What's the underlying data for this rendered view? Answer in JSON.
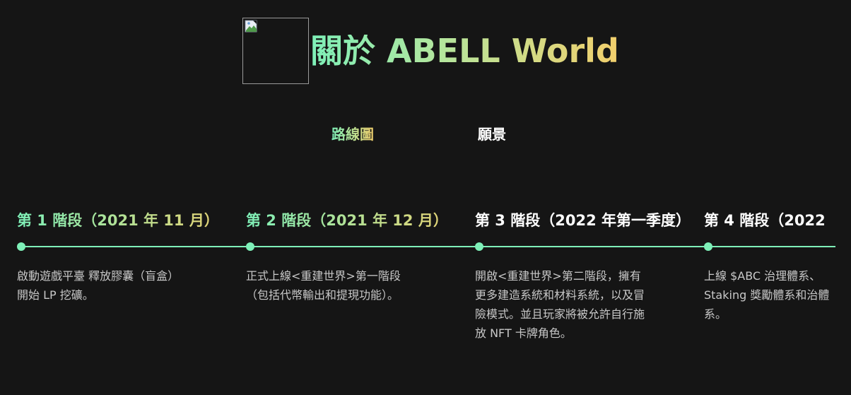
{
  "header": {
    "title": "關於 ABELL World",
    "logo_icon": "broken-image-icon"
  },
  "tabs": [
    {
      "label": "路線圖",
      "active": true
    },
    {
      "label": "願景",
      "active": false
    }
  ],
  "stages": [
    {
      "title": "第 1 階段（2021 年 11 月）",
      "description": "啟動遊戲平臺 釋放膠囊（盲盒） 開始 LP 挖礦。"
    },
    {
      "title": "第 2 階段（2021 年 12 月）",
      "description": "正式上線<重建世界>第一階段（包括代幣輸出和提現功能）。"
    },
    {
      "title": "第 3 階段（2022 年第一季度）",
      "description": "開啟<重建世界>第二階段，擁有更多建造系統和材料系統，以及冒險模式。並且玩家將被允許自行施放 NFT 卡牌角色。"
    },
    {
      "title": "第 4 階段（2022",
      "description": "上線 $ABC 治理體系、Staking 獎勵體系和治體系。"
    }
  ],
  "colors": {
    "background": "#151515",
    "accent_green": "#7ef0b8",
    "accent_gold": "#f2cf6c",
    "body_text": "#c8c8c8"
  }
}
